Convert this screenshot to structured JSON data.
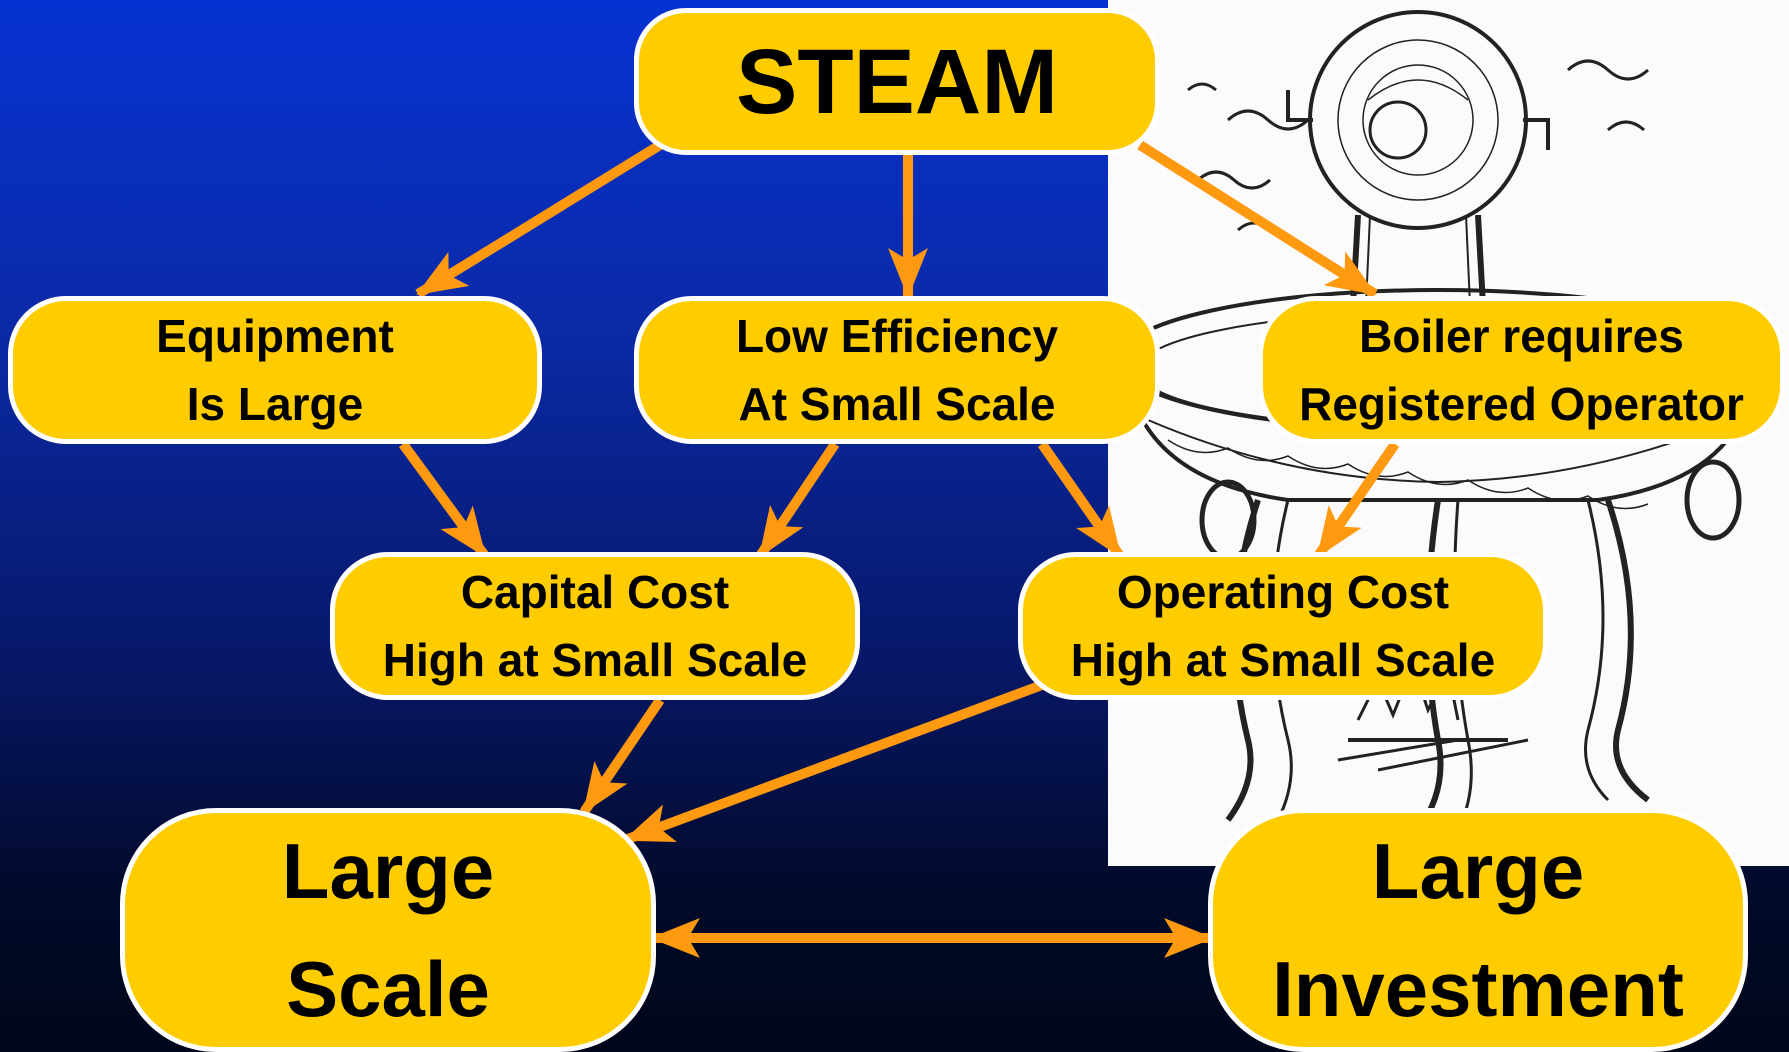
{
  "colors": {
    "node_fill": "#ffcc00",
    "node_border": "#ffffff",
    "arrow": "#ff9910",
    "text": "#000000"
  },
  "diagram": {
    "nodes": {
      "steam": {
        "label": "STEAM"
      },
      "equipment": {
        "lines": [
          "Equipment",
          "Is Large"
        ]
      },
      "low_efficiency": {
        "lines": [
          "Low Efficiency",
          "At Small Scale"
        ]
      },
      "boiler": {
        "lines": [
          "Boiler requires",
          "Registered Operator"
        ]
      },
      "capital_cost": {
        "lines": [
          "Capital Cost",
          "High at Small Scale"
        ]
      },
      "operating_cost": {
        "lines": [
          "Operating Cost",
          "High at Small Scale"
        ]
      },
      "large_scale": {
        "lines": [
          "Large",
          "Scale"
        ]
      },
      "large_investment": {
        "lines": [
          "Large",
          "Investment"
        ]
      }
    },
    "edges": [
      {
        "from": "steam",
        "to": "equipment"
      },
      {
        "from": "steam",
        "to": "low_efficiency"
      },
      {
        "from": "steam",
        "to": "boiler"
      },
      {
        "from": "equipment",
        "to": "capital_cost"
      },
      {
        "from": "low_efficiency",
        "to": "capital_cost"
      },
      {
        "from": "low_efficiency",
        "to": "operating_cost"
      },
      {
        "from": "boiler",
        "to": "operating_cost"
      },
      {
        "from": "capital_cost",
        "to": "large_scale"
      },
      {
        "from": "operating_cost",
        "to": "large_scale"
      },
      {
        "from": "large_scale",
        "to": "large_investment",
        "bidirectional": true
      }
    ]
  },
  "illustration": {
    "subject": "steam-engine-engraving"
  }
}
